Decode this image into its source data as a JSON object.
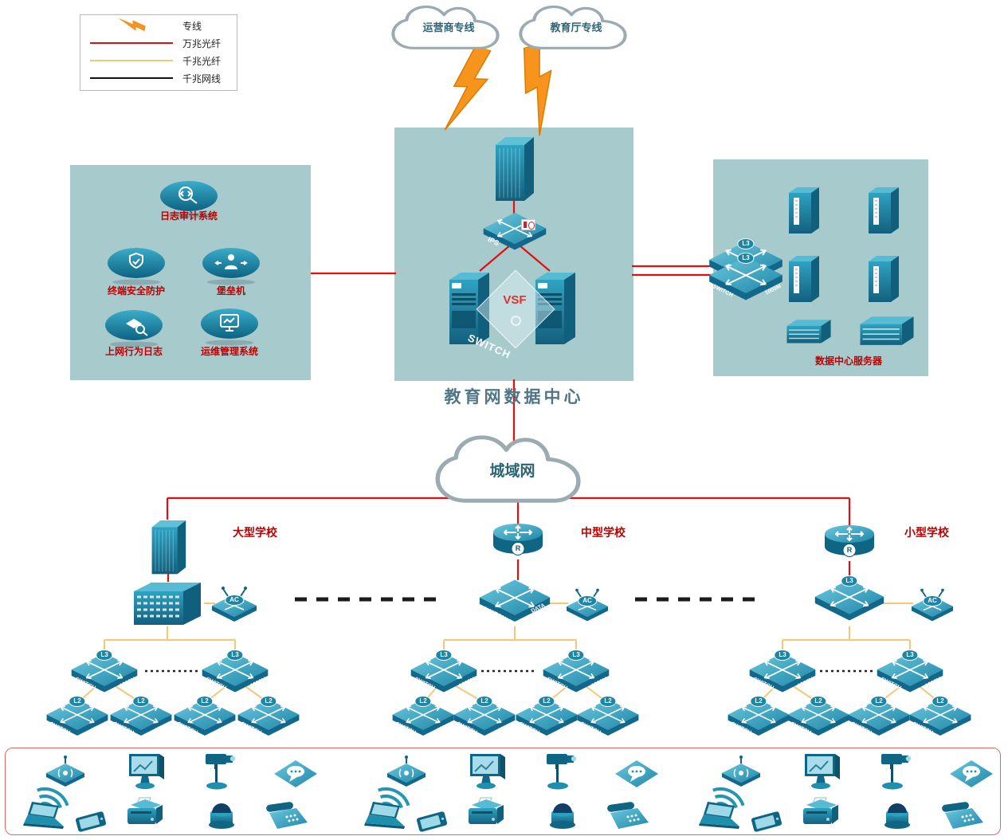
{
  "legend": {
    "dedicated": "专线",
    "fiber10g": "万兆光纤",
    "fiber1g": "千兆光纤",
    "cable1g": "千兆网线"
  },
  "clouds": {
    "carrier": "运营商专线",
    "education": "教育厅专线",
    "man": "城域网"
  },
  "datacenter": {
    "title": "教育网数据中心",
    "vsf": "VSF",
    "core_switch": "SWITCH",
    "ips": "IPS"
  },
  "security_zone": {
    "log_audit": "日志审计系统",
    "terminal_security": "终端安全防护",
    "bastion": "堡垒机",
    "net_log": "上网行为日志",
    "ops_mgmt": "运维管理系统"
  },
  "server_zone": {
    "label": "数据中心服务器"
  },
  "schools": {
    "large": "大型学校",
    "medium": "中型学校",
    "small": "小型学校"
  },
  "devices": {
    "switch_word": "SWITCH",
    "speed_word": "1000M",
    "data_word": "DATA",
    "center_word": "CENTER",
    "l3": "L3",
    "l2": "L2",
    "ac": "AC",
    "router": "R"
  },
  "endpoint_devices": [
    "wireless-ap",
    "wifi-signal",
    "laptop",
    "smartphone",
    "desktop-monitor",
    "printer",
    "ptz-camera",
    "dome-camera",
    "voice-terminal",
    "desk-phone"
  ],
  "colors": {
    "line_10g": "#e01010",
    "line_1g": "#f3c878",
    "cable_1g": "#1a1a1a",
    "zone_bg": "#a7cacd",
    "device_teal": "#1f8fae",
    "label_red": "#c00000",
    "lightning": "#f7941d"
  }
}
